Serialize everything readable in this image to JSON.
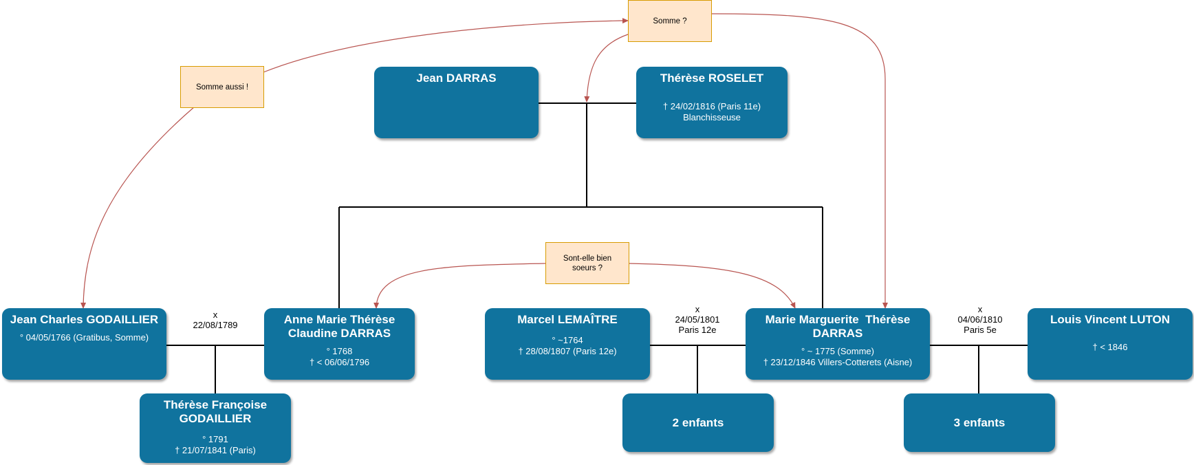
{
  "persons": {
    "jean_darras": {
      "name": "Jean DARRAS",
      "details": []
    },
    "therese_roselet": {
      "name": "Thérèse ROSELET",
      "details": [
        "† 24/02/1816 (Paris 11e)",
        "Blanchisseuse"
      ]
    },
    "jean_charles_godaillier": {
      "name": "Jean Charles GODAILLIER",
      "details": [
        "° 04/05/1766 (Gratibus, Somme)"
      ]
    },
    "anne_marie_therese": {
      "name": "Anne Marie Thérèse Claudine DARRAS",
      "details": [
        "° 1768",
        "† < 06/06/1796"
      ]
    },
    "marcel_lemaitre": {
      "name": "Marcel LEMAÎTRE",
      "details": [
        "° ~1764",
        "† 28/08/1807 (Paris 12e)"
      ]
    },
    "marie_marguerite_therese": {
      "name": "Marie Marguerite  Thérèse DARRAS",
      "details": [
        "° ~ 1775 (Somme)",
        "† 23/12/1846 Villers-Cotterets (Aisne)"
      ]
    },
    "louis_vincent_luton": {
      "name": "Louis Vincent LUTON",
      "details": [
        "† < 1846"
      ]
    },
    "therese_francoise": {
      "name": "Thérèse Françoise GODAILLIER",
      "details": [
        "° 1791",
        "† 21/07/1841 (Paris)"
      ]
    },
    "deux_enfants": {
      "name": "2 enfants",
      "details": []
    },
    "trois_enfants": {
      "name": "3 enfants",
      "details": []
    }
  },
  "notes": {
    "somme": "Somme ?",
    "somme_aussi": "Somme aussi !",
    "soeurs": "Sont-elle bien soeurs ?"
  },
  "marriages": {
    "godaillier_darras": {
      "symbol": "x",
      "date": "22/08/1789",
      "place": ""
    },
    "lemaitre_darras": {
      "symbol": "x",
      "date": "24/05/1801",
      "place": "Paris 12e"
    },
    "darras_luton": {
      "symbol": "x",
      "date": "04/06/1810",
      "place": "Paris 5e"
    }
  },
  "colors": {
    "person_fill": "#10739e",
    "note_fill": "#ffe6cc",
    "note_border": "#d79b00",
    "arrow": "#b85450",
    "line": "#000000"
  }
}
